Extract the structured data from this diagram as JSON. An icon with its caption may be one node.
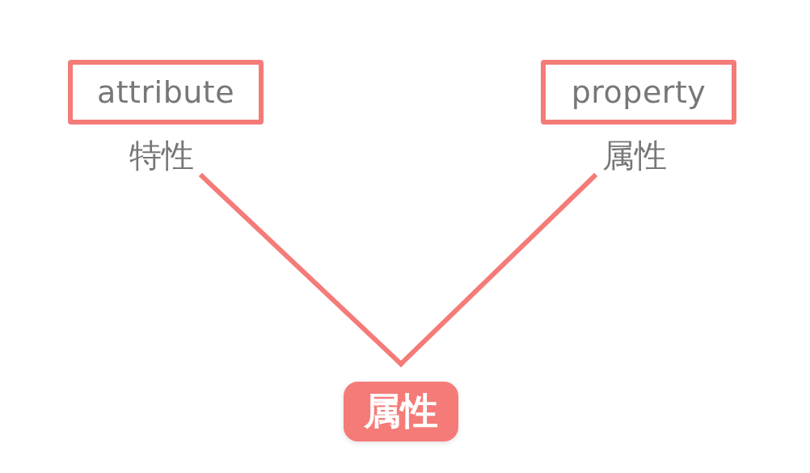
{
  "diagram": {
    "nodes": [
      {
        "text": [
          "attribute"
        ],
        "beside": [
          "特性"
        ]
      },
      {
        "text": [
          "property"
        ],
        "beside": [
          "属性"
        ]
      },
      {
        "text": [
          "属性"
        ]
      }
    ],
    "edges": [
      {
        "from": 0,
        "to": 2,
        "arrow": "none"
      },
      {
        "from": 1,
        "to": 2,
        "arrow": "none"
      }
    ]
  }
}
